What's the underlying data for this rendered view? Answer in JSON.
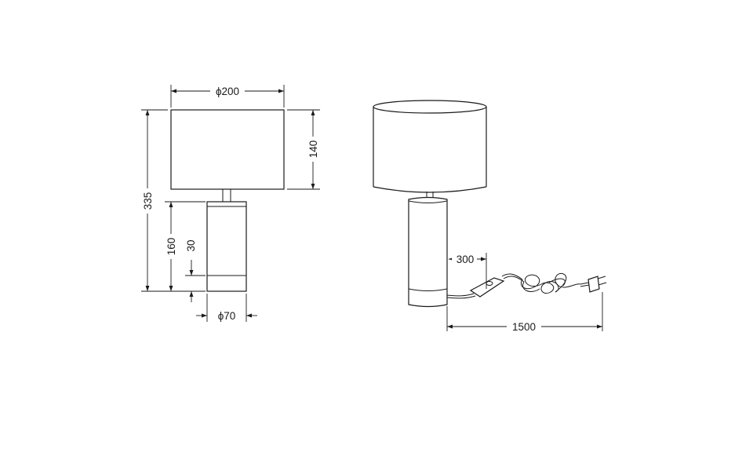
{
  "front_view": {
    "shade_diameter": "ϕ200",
    "shade_height": "140",
    "total_height": "335",
    "base_height": "160",
    "ring_height": "30",
    "base_diameter": "ϕ70"
  },
  "side_view": {
    "switch_distance": "300",
    "cable_length": "1500"
  }
}
